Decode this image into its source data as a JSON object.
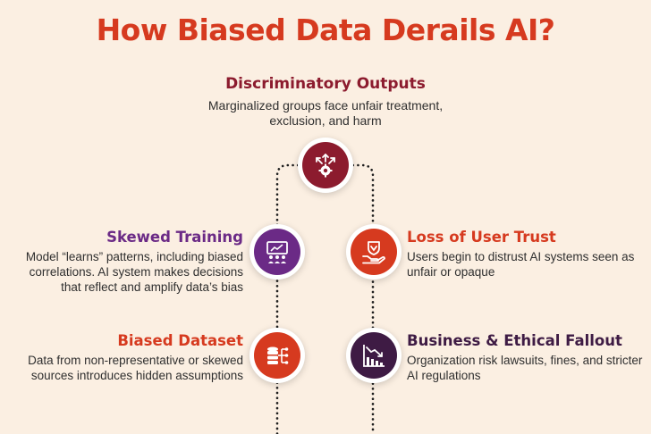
{
  "title": "How Biased Data Derails AI?",
  "colors": {
    "title": "#D63A1F",
    "maroon": "#8C1B2E",
    "purple": "#6B2A86",
    "orange_red": "#D63A1F",
    "dark_purple": "#3E1B44",
    "background": "#FBEFE2"
  },
  "top": {
    "heading": "Discriminatory Outputs",
    "description": "Marginalized groups face unfair treatment, exclusion, and harm",
    "icon": "arrows-gear-icon"
  },
  "left": [
    {
      "heading": "Skewed Training",
      "description": "Model “learns” patterns, including biased correlations. AI system makes decisions that reflect and amplify data’s bias",
      "icon": "training-presentation-icon",
      "color": "#6B2A86"
    },
    {
      "heading": "Biased Dataset",
      "description": "Data from non-representative or skewed sources introduces hidden assumptions",
      "icon": "database-network-icon",
      "color": "#D63A1F"
    }
  ],
  "right": [
    {
      "heading": "Loss of User Trust",
      "description": "Users begin to distrust AI systems seen as unfair or opaque",
      "icon": "hand-shield-icon",
      "color": "#D63A1F"
    },
    {
      "heading": "Business & Ethical Fallout",
      "description": "Organization risk lawsuits, fines, and stricter AI regulations",
      "icon": "declining-chart-icon",
      "color": "#3E1B44"
    }
  ]
}
